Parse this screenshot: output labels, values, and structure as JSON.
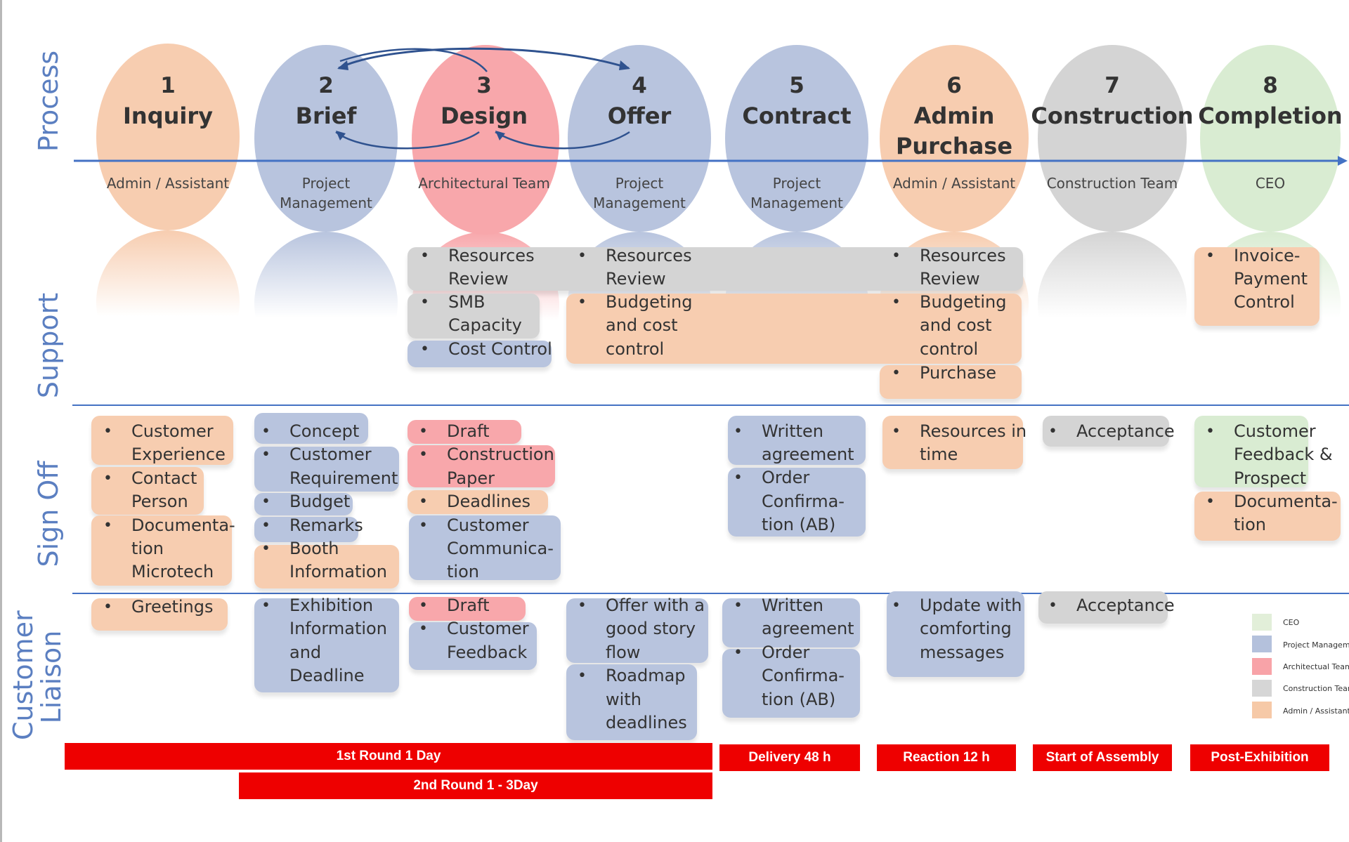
{
  "lanes": {
    "process": "Process",
    "support": "Support",
    "signoff": "Sign Off",
    "liaison_line1": "Customer",
    "liaison_line2": "Liaison"
  },
  "stages": [
    {
      "num": "1",
      "title": "Inquiry",
      "title2": "",
      "role": "Admin / Assistant",
      "role2": ""
    },
    {
      "num": "2",
      "title": "Brief",
      "title2": "",
      "role": "Project",
      "role2": "Management"
    },
    {
      "num": "3",
      "title": "Design",
      "title2": "",
      "role": "Architectural Team",
      "role2": ""
    },
    {
      "num": "4",
      "title": "Offer",
      "title2": "",
      "role": "Project",
      "role2": "Management"
    },
    {
      "num": "5",
      "title": "Contract",
      "title2": "",
      "role": "Project",
      "role2": "Management"
    },
    {
      "num": "6",
      "title": "Admin",
      "title2": "Purchase",
      "role": "Admin / Assistant",
      "role2": ""
    },
    {
      "num": "7",
      "title": "Construction",
      "title2": "",
      "role": "Construction Team",
      "role2": ""
    },
    {
      "num": "8",
      "title": "Completion",
      "title2": "",
      "role": "CEO",
      "role2": ""
    }
  ],
  "support": {
    "design": [
      "Resources",
      "Review",
      "SMB",
      "Capacity",
      "Cost Control"
    ],
    "offer": [
      "Resources",
      "Review",
      "Budgeting",
      "and cost",
      "control"
    ],
    "admin": [
      "Resources",
      "Review",
      "Budgeting",
      "and cost",
      "control",
      "Purchase"
    ],
    "completion": [
      "Invoice-",
      "Payment",
      "Control"
    ]
  },
  "signoff": {
    "inquiry": [
      "Customer",
      "Experience",
      "Contact",
      "Person",
      "Documenta-",
      "tion",
      "Microtech"
    ],
    "brief": [
      "Concept",
      "Customer",
      "Requirement",
      "Budget",
      "Remarks",
      "Booth",
      "Information"
    ],
    "design": [
      "Draft",
      "Construction",
      "Paper",
      "Deadlines",
      "Customer",
      "Communica-",
      "tion"
    ],
    "contract": [
      "Written",
      "agreement",
      "Order",
      "Confirma-",
      "tion (AB)"
    ],
    "admin": [
      "Resources in",
      "time"
    ],
    "construction": [
      "Acceptance"
    ],
    "completion": [
      "Customer",
      "Feedback &",
      "Prospect",
      "Documenta-",
      "tion"
    ]
  },
  "liaison": {
    "inquiry": [
      "Greetings"
    ],
    "brief": [
      "Exhibition",
      "Information",
      "and",
      "Deadline"
    ],
    "design": [
      "Draft",
      "Customer",
      "Feedback"
    ],
    "offer": [
      "Offer with a",
      "good story",
      "flow",
      "Roadmap",
      "with",
      "deadlines"
    ],
    "contract": [
      "Written",
      "agreement",
      "Order",
      "Confirma-",
      "tion (AB)"
    ],
    "admin": [
      "Update with",
      "comforting",
      "messages"
    ],
    "construction": [
      "Acceptance"
    ]
  },
  "timing": {
    "round1": "1st Round 1 Day",
    "round2": "2nd Round 1 - 3Day",
    "delivery": "Delivery 48 h",
    "reaction": "Reaction 12 h",
    "assembly": "Start of Assembly",
    "post": "Post-Exhibition"
  },
  "legend": [
    {
      "label": "CEO",
      "color": "#e2efd9"
    },
    {
      "label": "Project Management",
      "color": "#b4c1dc"
    },
    {
      "label": "Architectual Team",
      "color": "#f8a3a8"
    },
    {
      "label": "Construction Team",
      "color": "#d6d6d6"
    },
    {
      "label": "Admin / Assistant",
      "color": "#f6c9a7"
    }
  ],
  "colors": {
    "admin": "#f7cdb0",
    "pm": "#b8c4de",
    "arch": "#f8a7ab",
    "construction": "#d4d4d4",
    "ceo": "#d9ecd2",
    "timeline": "#4472c4",
    "red": "#ee0000"
  }
}
